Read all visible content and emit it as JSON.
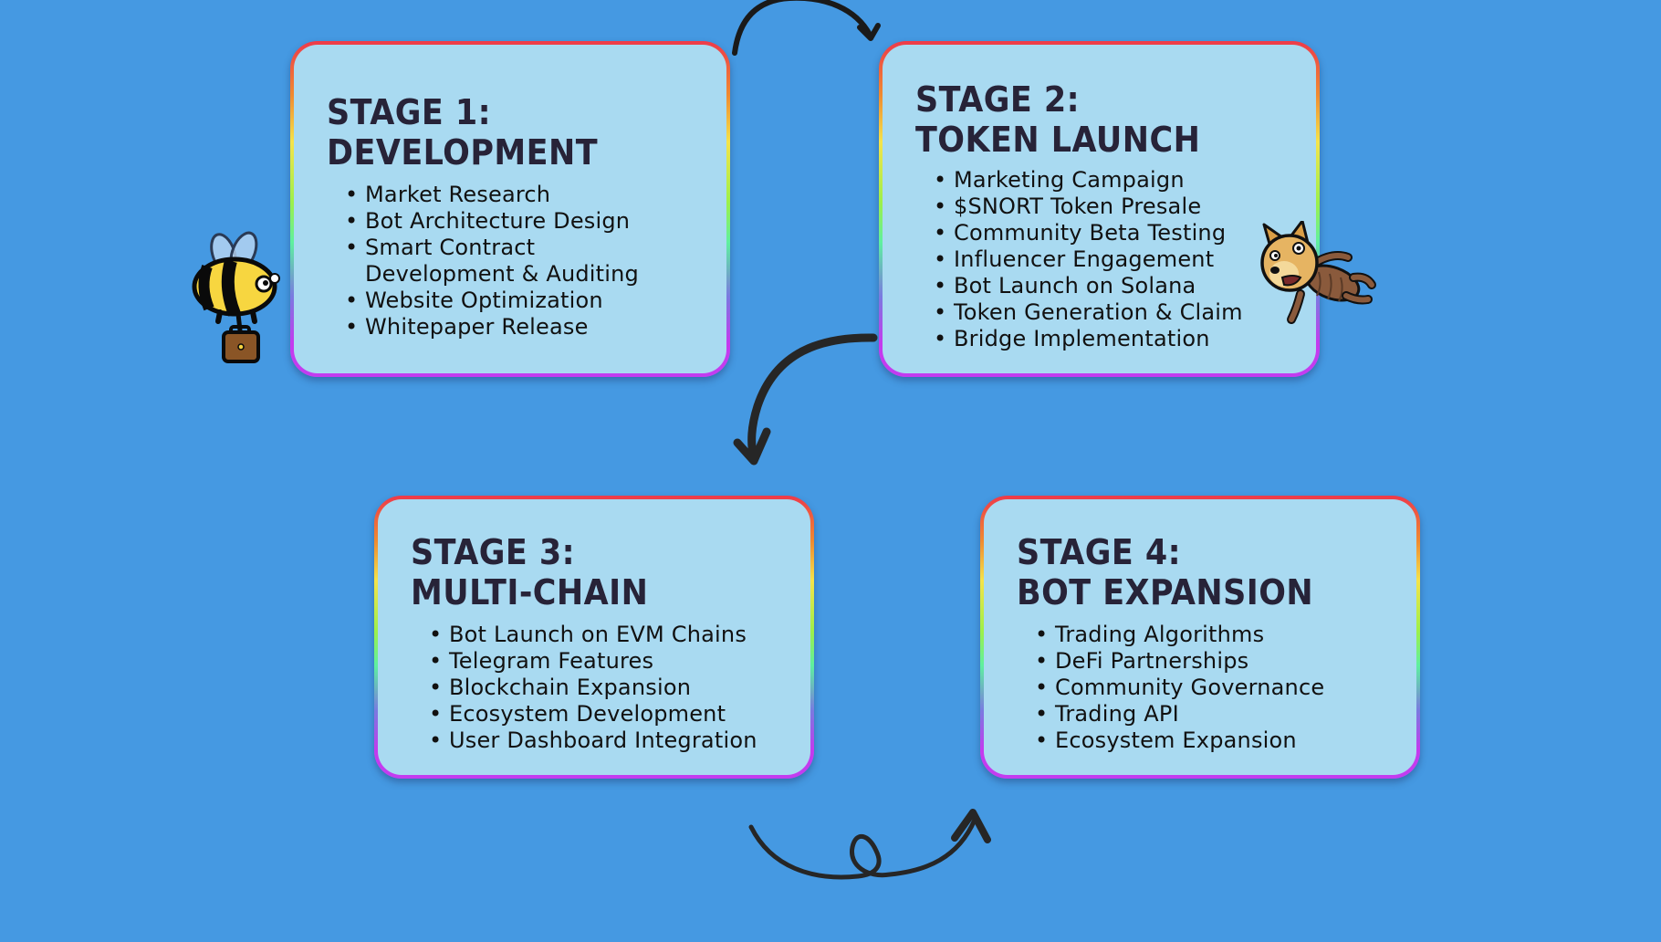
{
  "stages": [
    {
      "title_line1": "Stage 1:",
      "title_line2": "Development",
      "items": [
        "Market Research",
        "Bot Architecture Design",
        "Smart Contract Development & Auditing",
        "Website Optimization",
        "Whitepaper Release"
      ]
    },
    {
      "title_line1": "Stage 2:",
      "title_line2": "Token Launch",
      "items": [
        "Marketing Campaign",
        "$SNORT Token Presale",
        "Community Beta Testing",
        "Influencer Engagement",
        "Bot Launch on Solana",
        "Token Generation & Claim",
        "Bridge Implementation"
      ]
    },
    {
      "title_line1": "Stage 3:",
      "title_line2": "Multi-Chain",
      "items": [
        "Bot Launch on EVM Chains",
        "Telegram Features",
        "Blockchain Expansion",
        "Ecosystem Development",
        "User Dashboard Integration"
      ]
    },
    {
      "title_line1": "Stage 4:",
      "title_line2": "Bot Expansion",
      "items": [
        "Trading Algorithms",
        "DeFi Partnerships",
        "Community Governance",
        "Trading API",
        "Ecosystem Expansion"
      ]
    }
  ],
  "decorations": {
    "left_mascot": "bee-with-briefcase",
    "right_mascot": "doge-ant"
  },
  "colors": {
    "background": "#4599e2",
    "card_fill": "#a9daf1",
    "title_text": "#272338",
    "arrow": "#262626"
  }
}
